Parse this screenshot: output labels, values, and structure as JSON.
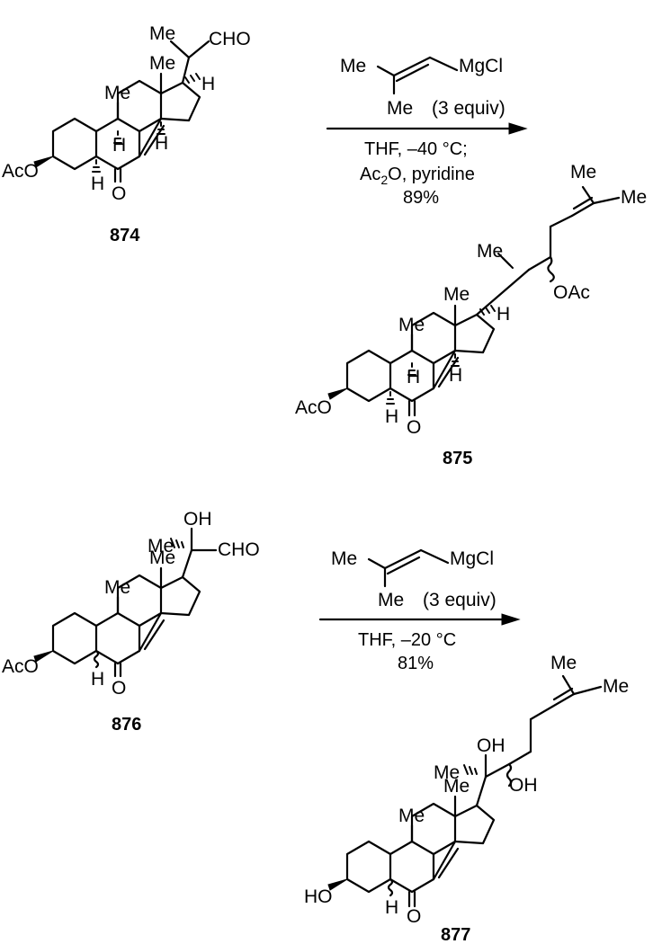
{
  "reactions": [
    {
      "starting_material": {
        "id": "874",
        "labels": {
          "methyl_side": "Me",
          "aldehyde": "CHO",
          "c18_methyl": "Me",
          "c19_methyl": "Me",
          "acetoxy": "AcO",
          "h_c17": "H",
          "h_c9": "H",
          "h_c14": "H",
          "h_c5": "H",
          "ketone_o": "O"
        }
      },
      "reagent": {
        "left_methyl": "Me",
        "grignard": "MgCl",
        "bottom_methyl": "Me",
        "equiv": "(3 equiv)"
      },
      "conditions": {
        "line1": "THF, –40 °C;",
        "line2_main": "Ac",
        "line2_sub": "2",
        "line2_rest": "O, pyridine",
        "yield": "89%"
      },
      "product": {
        "id": "875",
        "labels": {
          "me_a": "Me",
          "me_b": "Me",
          "side_methyl": "Me",
          "acetate": "OAc",
          "c18_methyl": "Me",
          "c19_methyl": "Me",
          "acetoxy": "AcO",
          "h_c17": "H",
          "h_c9": "H",
          "h_c14": "H",
          "h_c5": "H",
          "ketone_o": "O"
        }
      }
    },
    {
      "starting_material": {
        "id": "876",
        "labels": {
          "hydroxyl": "OH",
          "methyl_side": "Me",
          "aldehyde": "CHO",
          "c18_methyl": "Me",
          "c19_methyl": "Me",
          "acetoxy": "AcO",
          "h_c5": "H",
          "ketone_o": "O"
        }
      },
      "reagent": {
        "left_methyl": "Me",
        "grignard": "MgCl",
        "bottom_methyl": "Me",
        "equiv": "(3 equiv)"
      },
      "conditions": {
        "line1": "THF, –20 °C",
        "yield": "81%"
      },
      "product": {
        "id": "877",
        "labels": {
          "me_a": "Me",
          "me_b": "Me",
          "hydroxyl_a": "OH",
          "hydroxyl_b": "OH",
          "side_methyl": "Me",
          "c18_methyl": "Me",
          "c19_methyl": "Me",
          "hydroxy": "HO",
          "h_c5": "H",
          "ketone_o": "O"
        }
      }
    }
  ]
}
